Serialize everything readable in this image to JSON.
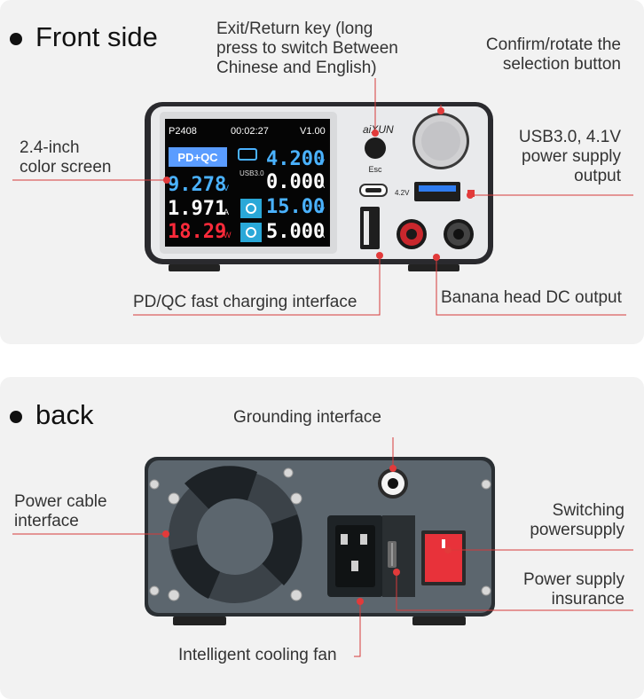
{
  "front": {
    "title": "Front side",
    "labels": {
      "exit_key": [
        "Exit/Return key (long",
        "press to switch Between",
        "Chinese and English)"
      ],
      "confirm_button": [
        "Confirm/rotate the",
        "selection button"
      ],
      "screen": [
        "2.4-inch",
        "color screen"
      ],
      "usb_output": [
        "USB3.0, 4.1V",
        "power supply",
        "output"
      ],
      "pdqc": "PD/QC fast charging interface",
      "banana": "Banana head DC output"
    },
    "device": {
      "brand": "aiXUN",
      "esc_label": "Esc",
      "port_label": "4.2V",
      "screen": {
        "model": "P2408",
        "time": "00:02:27",
        "version": "V1.00",
        "mode": "PD+QC",
        "usb_label": "USB3.0",
        "left_voltage": "9.278",
        "left_voltage_unit": "V",
        "left_current": "1.971",
        "left_current_unit": "A",
        "left_power": "18.29",
        "left_power_unit": "W",
        "right_voltage": "4.200",
        "right_voltage_unit": "V",
        "right_current": "0.000",
        "right_current_unit": "A",
        "set_voltage": "15.00",
        "set_voltage_unit": "V",
        "set_current": "5.000",
        "set_current_unit": "A"
      }
    }
  },
  "back": {
    "title": "back",
    "labels": {
      "grounding": "Grounding interface",
      "power_cable": [
        "Power cable",
        "interface"
      ],
      "switch": [
        "Switching",
        "powersupply"
      ],
      "fuse": [
        "Power supply",
        "insurance"
      ],
      "fan": "Intelligent cooling fan"
    }
  },
  "colors": {
    "callout_line": "#d63a3a",
    "dot": "#e23a3a",
    "lcd_blue": "#4ab2ff",
    "lcd_white": "#ffffff",
    "lcd_red": "#ff2a3a",
    "mode_badge": "#4a8cff",
    "switch_red": "#e8323a"
  }
}
